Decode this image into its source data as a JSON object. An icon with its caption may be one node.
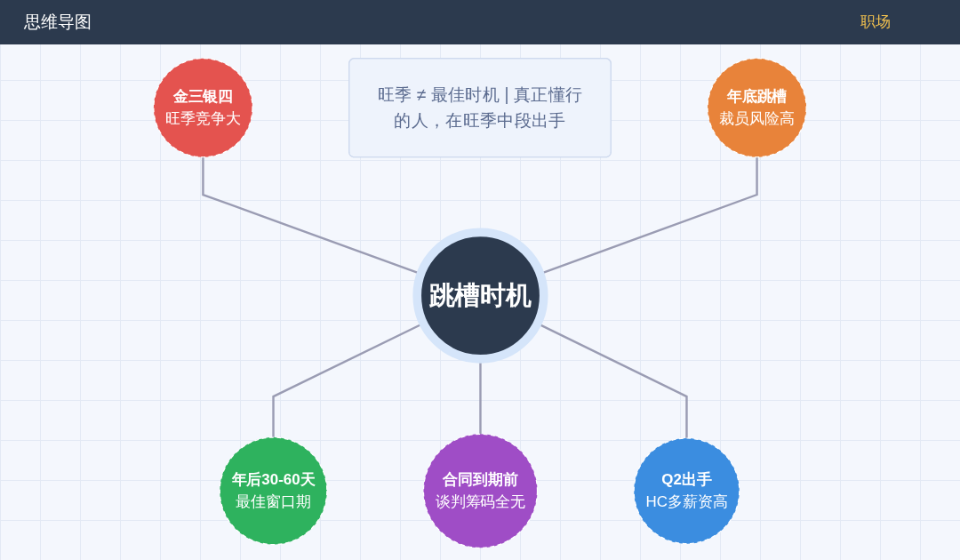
{
  "diagram": {
    "title": "思维导图",
    "nodes": [
      {
        "text": [
          "旺季 ≠ 最佳时机 | 真正懂行的人，在旺季中段出手"
        ]
      },
      {
        "text": [
          "跳槽时机"
        ]
      },
      {
        "text": [
          "金三银四",
          "旺季竞争大"
        ]
      },
      {
        "text": [
          "年底跳槽",
          "裁员风险高"
        ]
      },
      {
        "text": [
          "年后30-60天",
          "最佳窗口期"
        ]
      },
      {
        "text": [
          "合同到期前",
          "谈判筹码全无"
        ]
      },
      {
        "text": [
          "Q2出手",
          "HC多薪资高"
        ]
      }
    ],
    "edges": [
      {
        "from": 2,
        "to": 1,
        "arrow": "none"
      },
      {
        "from": 3,
        "to": 1,
        "arrow": "none"
      },
      {
        "from": 1,
        "to": 4,
        "arrow": "none"
      },
      {
        "from": 1,
        "to": 5,
        "arrow": "none"
      },
      {
        "from": 1,
        "to": 6,
        "arrow": "none"
      }
    ],
    "labels": [
      "职场"
    ]
  }
}
